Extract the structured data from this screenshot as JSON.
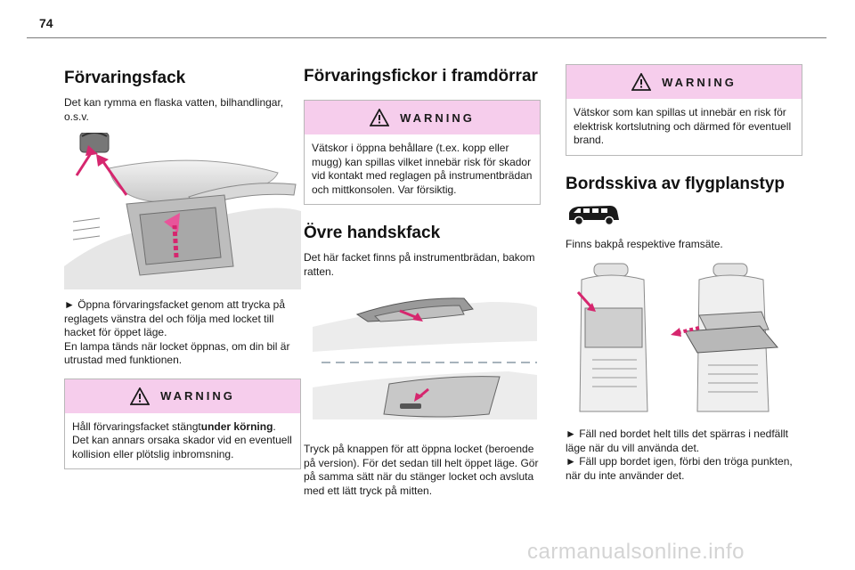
{
  "page": {
    "number": "74"
  },
  "col1": {
    "title": "Förvaringsfack",
    "intro": "Det kan rymma en flaska vatten, bilhandlingar, o.s.v.",
    "step1": "► Öppna förvaringsfacket genom att trycka på reglagets vänstra del och följa med locket till hacket för öppet läge.",
    "step1b": "En lampa tänds när locket öppnas, om din bil är utrustad med funktionen.",
    "warning": {
      "title": "WARNING",
      "pre": "Håll förvaringsfacket stängt",
      "bold": "under körning",
      "post": ". Det kan annars orsaka skador vid en eventuell kollision eller plötslig inbromsning."
    }
  },
  "col2": {
    "title": "Förvaringsfickor i framdörrar",
    "warning": {
      "title": "WARNING",
      "text": "Vätskor i öppna behållare (t.ex. kopp eller mugg) kan spillas vilket innebär risk för skador vid kontakt med reglagen på instrumentbrädan och mittkonsolen. Var försiktig."
    },
    "title2": "Övre handskfack",
    "intro2": "Det här facket finns på instrumentbrädan, bakom ratten.",
    "text2": "Tryck på knappen för att öppna locket (beroende på version). För det sedan till helt öppet läge. Gör på samma sätt när du stänger locket och avsluta med ett lätt tryck på mitten."
  },
  "col3": {
    "warning": {
      "title": "WARNING",
      "text": "Vätskor som kan spillas ut innebär en risk för elektrisk kortslutning och därmed för eventuell brand."
    },
    "title": "Bordsskiva av flygplanstyp",
    "intro": "Finns bakpå respektive framsäte.",
    "step1": "► Fäll ned bordet helt tills det spärras i nedfällt läge när du vill använda det.",
    "step2": "► Fäll upp bordet igen, förbi den tröga punkten, när du inte använder det."
  },
  "footer": {
    "watermark": "carmanualsonline.info"
  },
  "colors": {
    "warning_bg": "#f6cdec",
    "arrow": "#d6266e",
    "rule": "#7a7a7a"
  }
}
